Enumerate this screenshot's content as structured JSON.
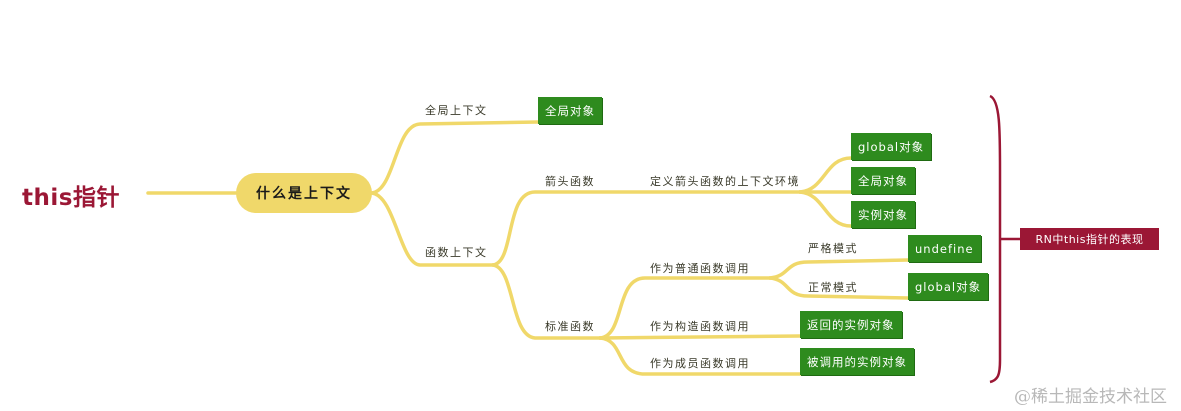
{
  "root": {
    "label": "this指针",
    "color": "#9b1735"
  },
  "central": {
    "label": "什么是上下文",
    "color": "#f0d86a"
  },
  "branches": {
    "global_context": {
      "label": "全局上下文",
      "leaf": "全局对象"
    },
    "function_context": {
      "label": "函数上下文",
      "arrow_function": {
        "label": "箭头函数",
        "sub": "定义箭头函数的上下文环境",
        "leaves": [
          "global对象",
          "全局对象",
          "实例对象"
        ]
      },
      "standard_function": {
        "label": "标准函数",
        "normal_call": {
          "label": "作为普通函数调用",
          "strict": {
            "label": "严格模式",
            "leaf": "undefine"
          },
          "sloppy": {
            "label": "正常模式",
            "leaf": "global对象"
          }
        },
        "constructor_call": {
          "label": "作为构造函数调用",
          "leaf": "返回的实例对象"
        },
        "member_call": {
          "label": "作为成员函数调用",
          "leaf": "被调用的实例对象"
        }
      }
    }
  },
  "summary": {
    "label": "RN中this指针的表现"
  },
  "colors": {
    "link": "#f0d86a",
    "leaf": "#2e8b1e",
    "brace": "#9b1735"
  },
  "watermark": "@稀土掘金技术社区"
}
